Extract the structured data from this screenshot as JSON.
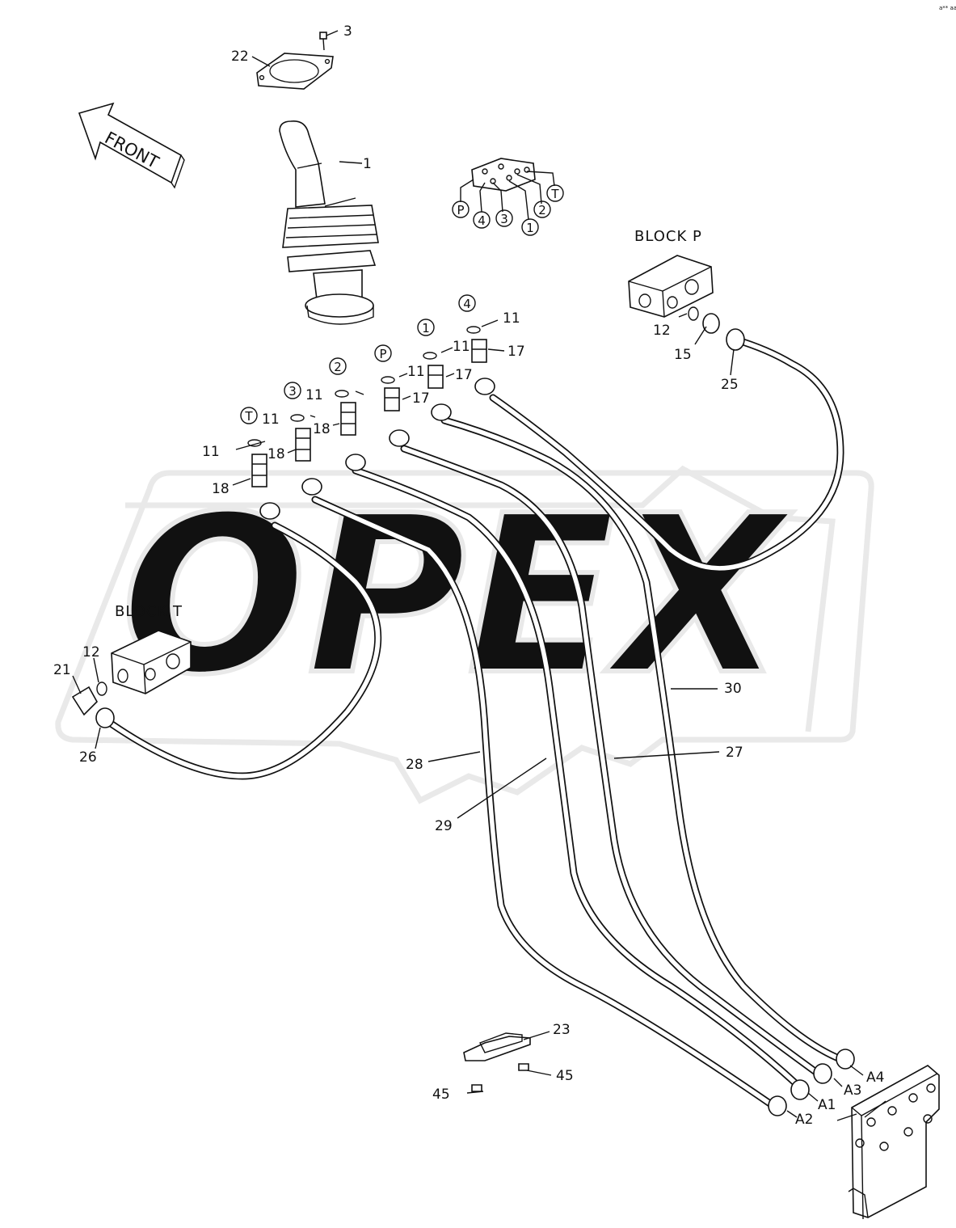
{
  "stamp": "a** aaa",
  "watermark": "OPEX",
  "front_label": "FRONT",
  "blocks": {
    "p": "BLOCK  P",
    "t": "BLOCK  T"
  },
  "port_circles": [
    "P",
    "4",
    "3",
    "1",
    "2",
    "T"
  ],
  "hose_port_circles": [
    "4",
    "1",
    "P",
    "2",
    "3",
    "T"
  ],
  "callouts": [
    "1",
    "3",
    "22",
    "11",
    "11",
    "11",
    "11",
    "11",
    "11",
    "17",
    "17",
    "17",
    "18",
    "18",
    "18",
    "12",
    "15",
    "25",
    "12",
    "21",
    "26",
    "28",
    "29",
    "27",
    "30",
    "23",
    "45",
    "45"
  ],
  "ports": [
    "A4",
    "A3",
    "A1",
    "A2"
  ]
}
